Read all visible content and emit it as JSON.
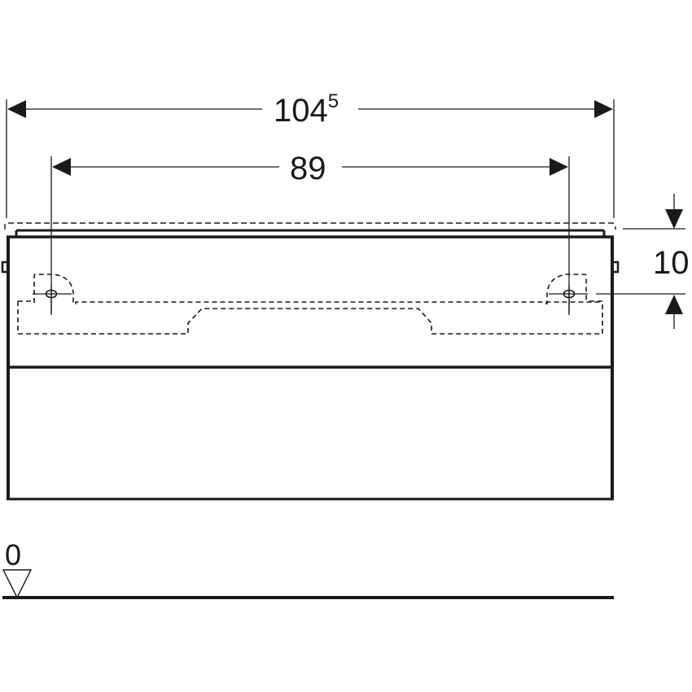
{
  "diagram": {
    "type": "technical-drawing",
    "subject": "vanity cabinet front elevation",
    "colors": {
      "line": "#1a1a1a",
      "background": "#ffffff"
    },
    "dimensions": {
      "overall_width": {
        "main": "104",
        "superscript": "5"
      },
      "hole_spacing": {
        "label": "89"
      },
      "hole_height_from_top": {
        "label": "10"
      },
      "floor_reference": {
        "label": "0"
      }
    }
  }
}
